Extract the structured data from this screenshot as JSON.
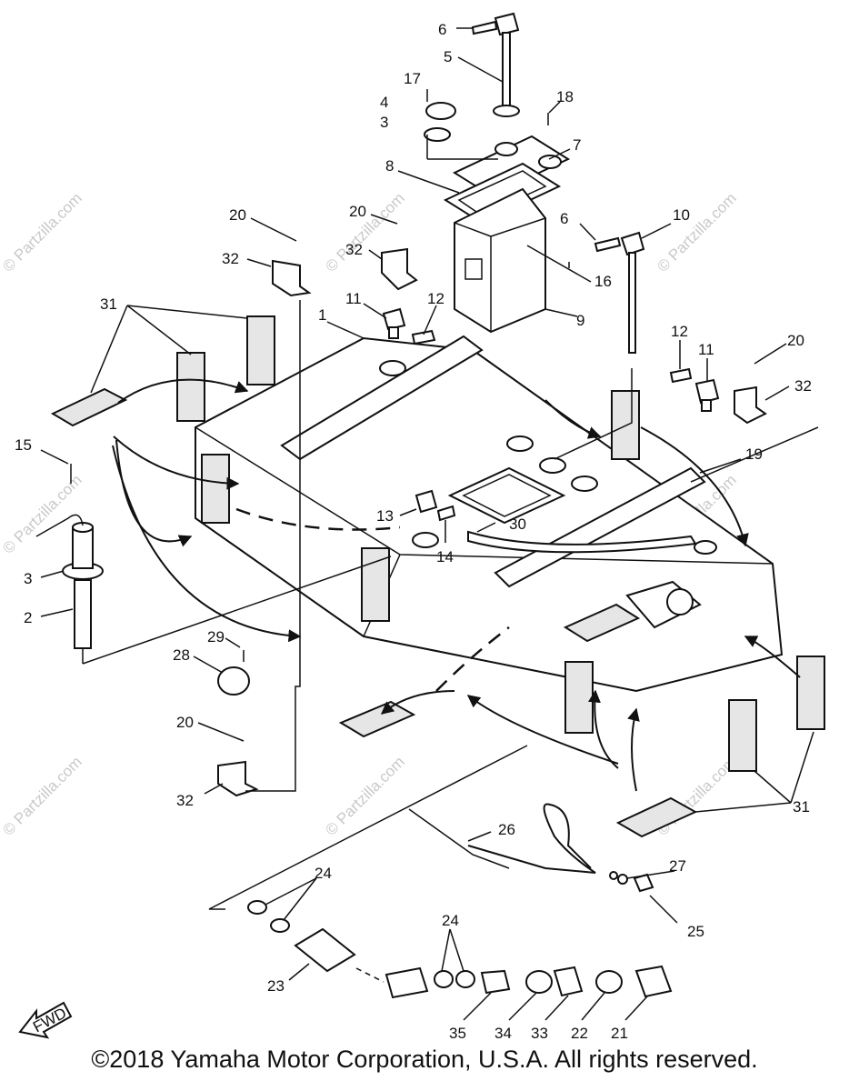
{
  "callouts": [
    {
      "id": "c6a",
      "text": "6"
    },
    {
      "id": "c5",
      "text": "5"
    },
    {
      "id": "c17",
      "text": "17"
    },
    {
      "id": "c4",
      "text": "4"
    },
    {
      "id": "c3a",
      "text": "3"
    },
    {
      "id": "c18",
      "text": "18"
    },
    {
      "id": "c7",
      "text": "7"
    },
    {
      "id": "c8",
      "text": "8"
    },
    {
      "id": "c20a",
      "text": "20"
    },
    {
      "id": "c20b",
      "text": "20"
    },
    {
      "id": "c32a",
      "text": "32"
    },
    {
      "id": "c32b",
      "text": "32"
    },
    {
      "id": "c6b",
      "text": "6"
    },
    {
      "id": "c10",
      "text": "10"
    },
    {
      "id": "c16",
      "text": "16"
    },
    {
      "id": "c9",
      "text": "9"
    },
    {
      "id": "c11a",
      "text": "11"
    },
    {
      "id": "c12a",
      "text": "12"
    },
    {
      "id": "c1",
      "text": "1"
    },
    {
      "id": "c31a",
      "text": "31"
    },
    {
      "id": "c12b",
      "text": "12"
    },
    {
      "id": "c11b",
      "text": "11"
    },
    {
      "id": "c20c",
      "text": "20"
    },
    {
      "id": "c32c",
      "text": "32"
    },
    {
      "id": "c15",
      "text": "15"
    },
    {
      "id": "c19",
      "text": "19"
    },
    {
      "id": "c13",
      "text": "13"
    },
    {
      "id": "c30",
      "text": "30"
    },
    {
      "id": "c14",
      "text": "14"
    },
    {
      "id": "c3b",
      "text": "3"
    },
    {
      "id": "c2",
      "text": "2"
    },
    {
      "id": "c29",
      "text": "29"
    },
    {
      "id": "c28",
      "text": "28"
    },
    {
      "id": "c20d",
      "text": "20"
    },
    {
      "id": "c32d",
      "text": "32"
    },
    {
      "id": "c31b",
      "text": "31"
    },
    {
      "id": "c26",
      "text": "26"
    },
    {
      "id": "c24a",
      "text": "24"
    },
    {
      "id": "c27",
      "text": "27"
    },
    {
      "id": "c25",
      "text": "25"
    },
    {
      "id": "c23",
      "text": "23"
    },
    {
      "id": "c24b",
      "text": "24"
    },
    {
      "id": "c35",
      "text": "35"
    },
    {
      "id": "c34",
      "text": "34"
    },
    {
      "id": "c33",
      "text": "33"
    },
    {
      "id": "c22",
      "text": "22"
    },
    {
      "id": "c21",
      "text": "21"
    }
  ],
  "watermark": "© Partzilla.com",
  "fwd_label": "FWD",
  "copyright": "©2018  Yamaha Motor Corporation, U.S.A. All rights reserved."
}
